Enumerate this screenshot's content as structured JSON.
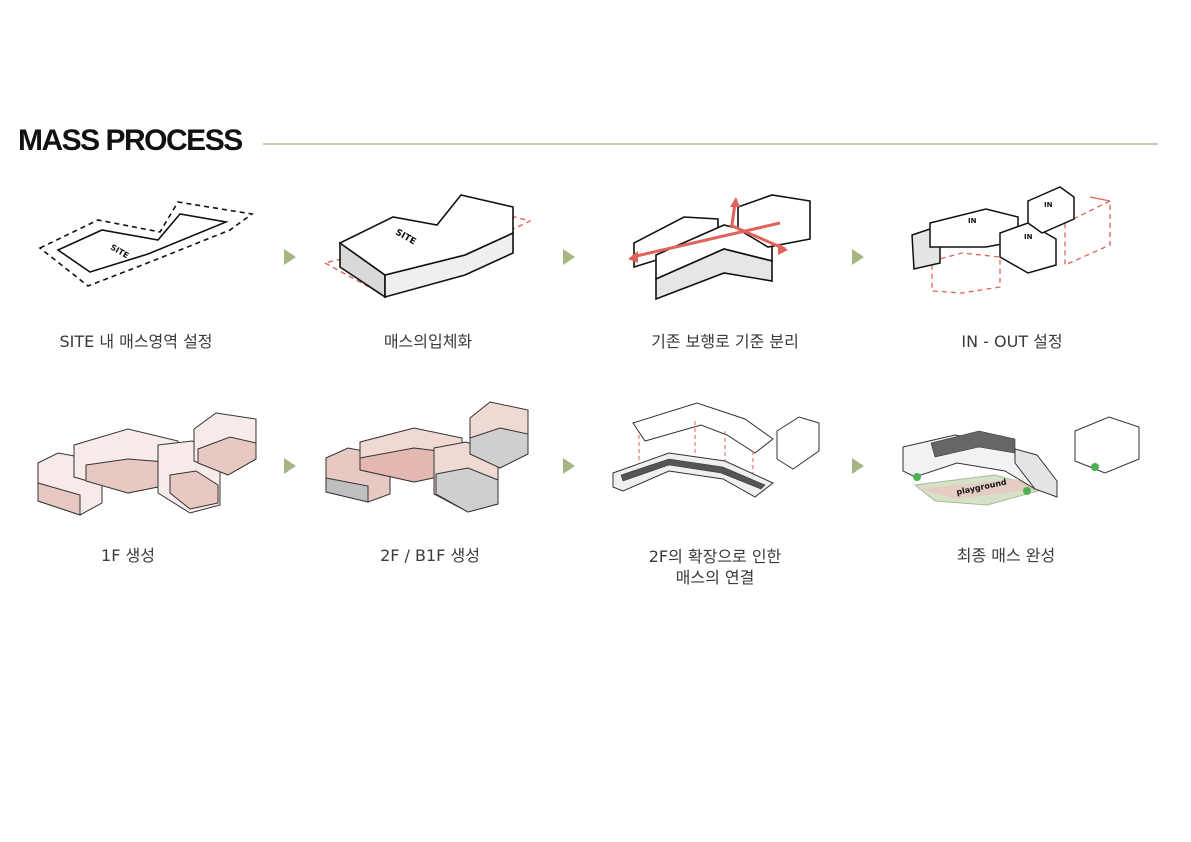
{
  "header": {
    "title": "MASS PROCESS"
  },
  "steps": [
    {
      "caption": "SITE 내 매스영역  설정",
      "label": "SITE"
    },
    {
      "caption": "매스의입체화",
      "label": "SITE"
    },
    {
      "caption": "기존  보행로 기준 분리"
    },
    {
      "caption": "IN - OUT 설정",
      "label": "IN"
    },
    {
      "caption": "1F 생성"
    },
    {
      "caption": "2F / B1F 생성"
    },
    {
      "caption_line1": "2F의 확장으로 인한",
      "caption_line2": "매스의 연결"
    },
    {
      "caption": "최종 매스 완성",
      "label": "playground"
    }
  ],
  "colors": {
    "accent_red": "#e0625a",
    "arrow_green": "#a5b683",
    "rule": "#c9ccb8",
    "mass_pink": "#e8c8c2"
  }
}
